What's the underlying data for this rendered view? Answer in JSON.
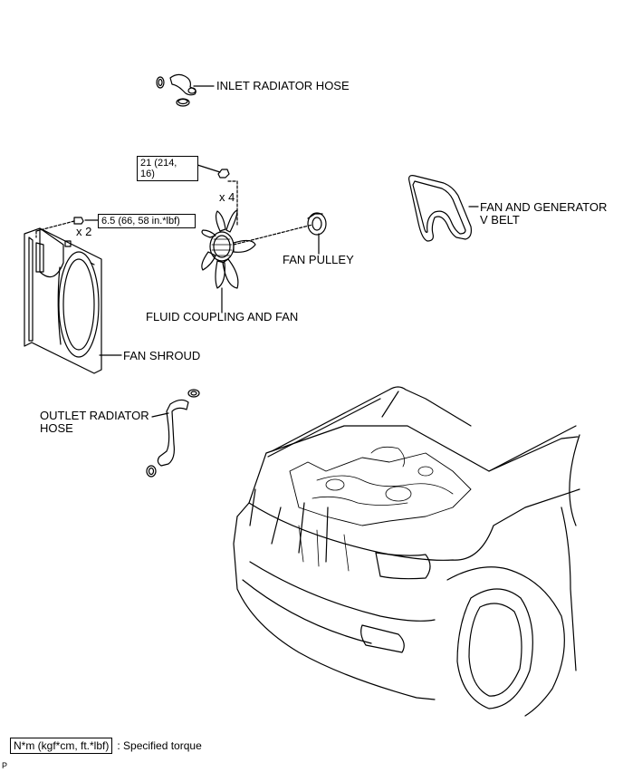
{
  "labels": {
    "inlet_hose": "INLET RADIATOR HOSE",
    "fan_generator_belt_line1": "FAN AND GENERATOR",
    "fan_generator_belt_line2": "V BELT",
    "fan_pulley": "FAN PULLEY",
    "fluid_coupling": "FLUID COUPLING AND FAN",
    "fan_shroud": "FAN SHROUD",
    "outlet_hose_line1": "OUTLET RADIATOR",
    "outlet_hose_line2": "HOSE"
  },
  "torque_specs": {
    "coupling_nut_line1": "21 (214,",
    "coupling_nut_line2": "16)",
    "coupling_nut_qty": "x 4",
    "shroud_bolt": "6.5 (66, 58 in.*lbf)",
    "shroud_bolt_qty": "x 2"
  },
  "legend": {
    "unit_box": "N*m (kgf*cm, ft.*lbf)",
    "description": ": Specified torque"
  },
  "corner_mark": "P"
}
